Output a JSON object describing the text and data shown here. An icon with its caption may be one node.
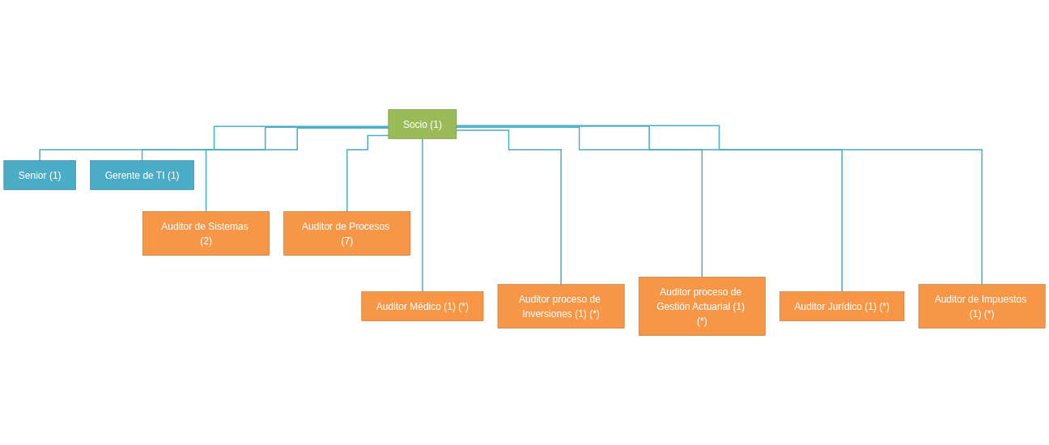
{
  "diagram": {
    "nodes": [
      {
        "text": [
          "Socio (1)"
        ]
      },
      {
        "text": [
          "Senior (1)"
        ]
      },
      {
        "text": [
          "Gerente de TI (1)"
        ]
      },
      {
        "text": [
          "Auditor de Sistemas (2)"
        ]
      },
      {
        "text": [
          "Auditor de Procesos (7)"
        ]
      },
      {
        "text": [
          "Auditor Médico (1) (*)"
        ]
      },
      {
        "text": [
          "Auditor proceso de Inversiones (1) (*)"
        ]
      },
      {
        "text": [
          "Auditor proceso de Gestión Actuarial (1) (*)"
        ]
      },
      {
        "text": [
          "Auditor Jurídico (1) (*)"
        ]
      },
      {
        "text": [
          "Auditor de Impuestos (1) (*)"
        ]
      }
    ],
    "edges": [
      {
        "from": 0,
        "to": 1,
        "arrow": "none"
      },
      {
        "from": 0,
        "to": 2,
        "arrow": "none"
      },
      {
        "from": 0,
        "to": 3,
        "arrow": "none"
      },
      {
        "from": 0,
        "to": 4,
        "arrow": "none"
      },
      {
        "from": 0,
        "to": 5,
        "arrow": "none"
      },
      {
        "from": 0,
        "to": 6,
        "arrow": "none"
      },
      {
        "from": 0,
        "to": 7,
        "arrow": "none"
      },
      {
        "from": 0,
        "to": 8,
        "arrow": "none"
      },
      {
        "from": 0,
        "to": 9,
        "arrow": "none"
      }
    ]
  }
}
